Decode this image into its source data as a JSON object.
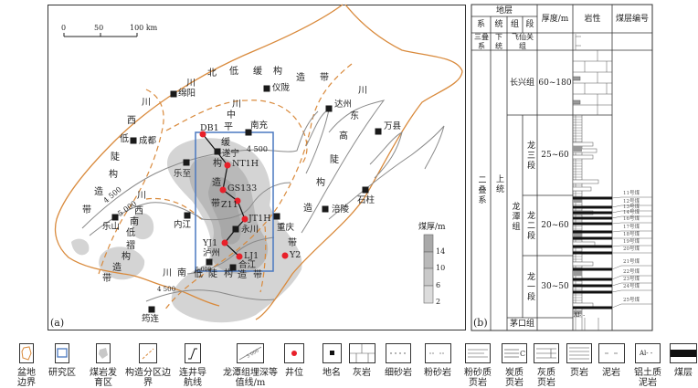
{
  "panel_a": {
    "label": "(a)",
    "scale": {
      "zero": "0",
      "mid": "50",
      "end": "100 km"
    },
    "zones": [
      {
        "name": "川北低缓构造带",
        "chars": [
          "川",
          "北",
          "低",
          "缓",
          "构",
          "造",
          "带"
        ]
      },
      {
        "name": "川西低陡构造带",
        "chars": [
          "川",
          "西",
          "低",
          "陡",
          "构",
          "造",
          "带"
        ]
      },
      {
        "name": "川中平缓构造带",
        "chars": [
          "川",
          "中",
          "平",
          "缓",
          "构",
          "造",
          "带"
        ]
      },
      {
        "name": "川东高陡构造带",
        "chars": [
          "川",
          "东",
          "高",
          "陡",
          "构",
          "造",
          "带"
        ]
      },
      {
        "name": "川西南低褶构造带",
        "chars": [
          "川",
          "西",
          "南",
          "低",
          "褶",
          "构",
          "造",
          "带"
        ]
      },
      {
        "name": "川南低陡构造带",
        "chars": [
          "川",
          "南",
          "低",
          "陡",
          "构",
          "造",
          "带"
        ]
      }
    ],
    "cities": [
      "绵阳",
      "仪陇",
      "达州",
      "万县",
      "成都",
      "南充",
      "遂宁",
      "乐至",
      "石柱",
      "涪陵",
      "乐山",
      "内江",
      "重庆",
      "永川",
      "泸州",
      "合江",
      "筠连"
    ],
    "wells": [
      "DB1",
      "NT1H",
      "GS133",
      "Z11",
      "JT1H",
      "YJ1",
      "LJ1",
      "Y2"
    ],
    "isolines": [
      "4 500",
      "4 500",
      "5 000",
      "5 000",
      "4 500"
    ],
    "thickness_legend": {
      "title": "煤厚/m",
      "ticks": [
        "14",
        "10",
        "6",
        "2"
      ],
      "colors": [
        "#a9a9a9",
        "#b9b9b9",
        "#c9c9c9",
        "#dcdcdc"
      ]
    },
    "colors": {
      "basin": "#d98a3c",
      "study_area": "#4a78c0",
      "well": "#e8202a",
      "isoline": "#8a8a8a",
      "coal_zone": "#c8c8c8"
    }
  },
  "panel_b": {
    "label": "(b)",
    "headers": {
      "strata": "地层",
      "system": "系",
      "series": "统",
      "formation": "组",
      "member": "段",
      "thickness": "厚度/m",
      "lithology": "岩性",
      "seam_no": "煤层编号"
    },
    "rows": {
      "triassic": "三叠系",
      "lower": "下统",
      "feixianguan": "飞仙关组",
      "permian": "二叠系",
      "upper": "上统",
      "changxing": "长兴组",
      "changxing_thk": "60~180",
      "longtan": "龙潭组",
      "long3": "龙三段",
      "long3_thk": "25~60",
      "long2": "龙二段",
      "long2_thk": "20~60",
      "long1": "龙一段",
      "long1_thk": "30~50",
      "maokou": "茅口组",
      "al_mark": "Al- -"
    },
    "seams": [
      "11号煤",
      "12号煤",
      "13号煤",
      "14号煤",
      "16号煤",
      "17号煤",
      "18号煤",
      "19号煤",
      "20号煤",
      "21号煤",
      "22号煤",
      "23号煤",
      "24号煤",
      "25号煤"
    ]
  },
  "legend": [
    {
      "label": "盆地边界",
      "icon": "basin-boundary-icon"
    },
    {
      "label": "研究区",
      "icon": "study-area-icon"
    },
    {
      "label": "煤岩发育区",
      "icon": "coal-zone-icon"
    },
    {
      "label": "构造分区边界",
      "icon": "tectonic-boundary-icon"
    },
    {
      "label": "连井导航线",
      "icon": "well-tie-line-icon"
    },
    {
      "label": "龙潭组埋深等值线/m",
      "icon": "depth-isoline-icon",
      "sample": "5 000"
    },
    {
      "label": "井位",
      "icon": "well-icon"
    },
    {
      "label": "地名",
      "icon": "place-icon"
    },
    {
      "label": "灰岩",
      "icon": "limestone-icon"
    },
    {
      "label": "细砂岩",
      "icon": "fine-sandstone-icon"
    },
    {
      "label": "粉砂岩",
      "icon": "siltstone-icon"
    },
    {
      "label": "粉砂质页岩",
      "icon": "silty-shale-icon"
    },
    {
      "label": "炭质页岩",
      "icon": "carbonaceous-shale-icon",
      "sample": "C"
    },
    {
      "label": "灰质页岩",
      "icon": "calcareous-shale-icon"
    },
    {
      "label": "页岩",
      "icon": "shale-icon"
    },
    {
      "label": "泥岩",
      "icon": "mudstone-icon"
    },
    {
      "label": "铝土质泥岩",
      "icon": "bauxitic-mudstone-icon",
      "sample": "Al- -"
    },
    {
      "label": "煤层",
      "icon": "coal-seam-icon"
    }
  ]
}
